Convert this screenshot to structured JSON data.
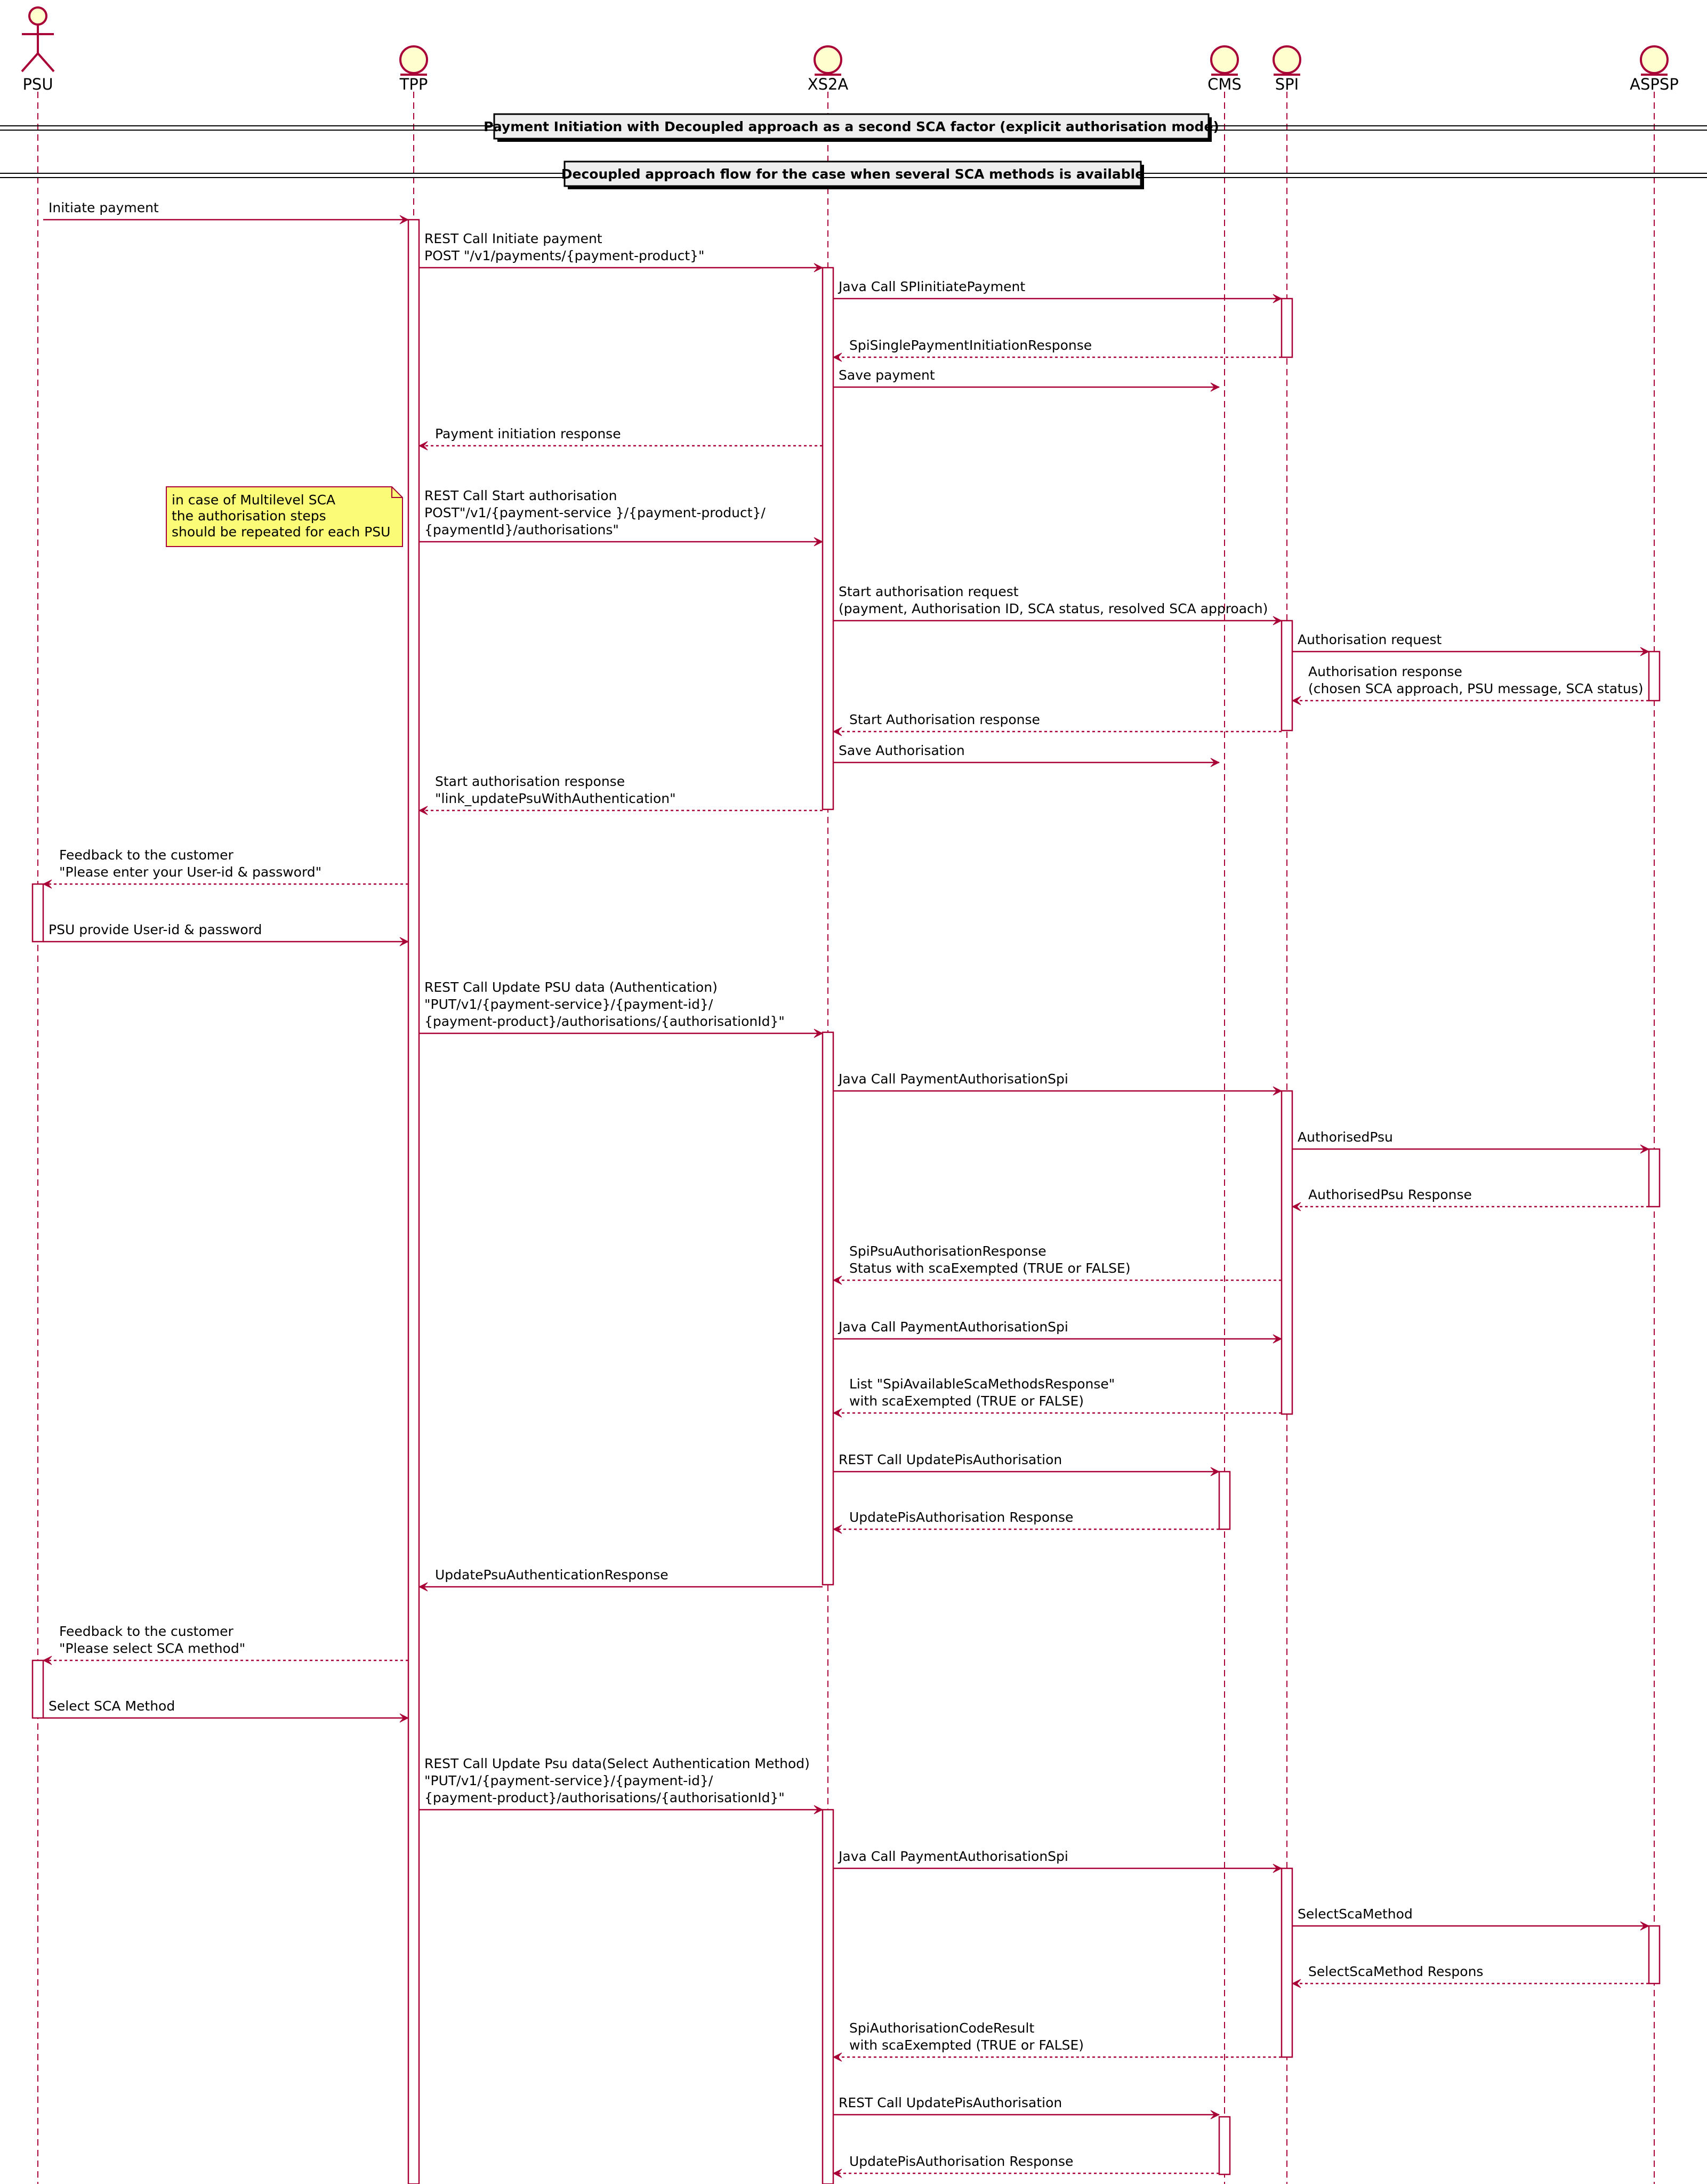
{
  "colors": {
    "line": "#A80036",
    "participant_fill": "#FEFECE",
    "note_fill": "#FBFB77",
    "note_border": "#A80036",
    "activation_fill": "#FFFFFF",
    "divider_box_fill": "#EEEEEE"
  },
  "participants": [
    {
      "id": "psu",
      "label": "PSU",
      "kind": "actor"
    },
    {
      "id": "tpp",
      "label": "TPP",
      "kind": "entity"
    },
    {
      "id": "xs2a",
      "label": "XS2A",
      "kind": "entity"
    },
    {
      "id": "cms",
      "label": "CMS",
      "kind": "entity"
    },
    {
      "id": "spi",
      "label": "SPI",
      "kind": "entity"
    },
    {
      "id": "aspsp",
      "label": "ASPSP",
      "kind": "entity"
    }
  ],
  "dividers": [
    {
      "label": "Payment Initiation with Decoupled approach as a second SCA factor (explicit authorisation mode)"
    },
    {
      "label": "Decoupled approach flow for the case when several SCA methods is available"
    }
  ],
  "note": {
    "lines": [
      "in case of Multilevel SCA",
      "the authorisation steps",
      "should be repeated for each PSU"
    ]
  },
  "messages": [
    {
      "from": "psu",
      "to": "tpp",
      "kind": "call",
      "lines": [
        "Initiate payment"
      ]
    },
    {
      "from": "tpp",
      "to": "xs2a",
      "kind": "call",
      "lines": [
        "REST Call Initiate payment",
        "POST \"/v1/payments/{payment-product}\""
      ]
    },
    {
      "from": "xs2a",
      "to": "spi",
      "kind": "call",
      "lines": [
        "Java Call SPIinitiatePayment"
      ]
    },
    {
      "from": "spi",
      "to": "xs2a",
      "kind": "return",
      "lines": [
        "SpiSinglePaymentInitiationResponse"
      ]
    },
    {
      "from": "xs2a",
      "to": "cms",
      "kind": "call",
      "lines": [
        "Save payment"
      ]
    },
    {
      "from": "xs2a",
      "to": "tpp",
      "kind": "return",
      "lines": [
        "Payment initiation response"
      ]
    },
    {
      "from": "tpp",
      "to": "xs2a",
      "kind": "call",
      "lines": [
        "REST Call Start authorisation",
        "POST\"/v1/{payment-service }/{payment-product}/",
        "{paymentId}/authorisations\""
      ]
    },
    {
      "from": "xs2a",
      "to": "spi",
      "kind": "call",
      "lines": [
        "Start authorisation request",
        "(payment, Authorisation ID, SCA status, resolved SCA approach)"
      ]
    },
    {
      "from": "spi",
      "to": "aspsp",
      "kind": "call",
      "lines": [
        "Authorisation request"
      ]
    },
    {
      "from": "aspsp",
      "to": "spi",
      "kind": "return",
      "lines": [
        "Authorisation response",
        "(chosen SCA approach, PSU message, SCA status)"
      ]
    },
    {
      "from": "spi",
      "to": "xs2a",
      "kind": "return",
      "lines": [
        "Start Authorisation response"
      ]
    },
    {
      "from": "xs2a",
      "to": "cms",
      "kind": "call",
      "lines": [
        "Save Authorisation"
      ]
    },
    {
      "from": "xs2a",
      "to": "tpp",
      "kind": "return",
      "lines": [
        "Start authorisation response",
        "\"link_updatePsuWithAuthentication\""
      ]
    },
    {
      "from": "tpp",
      "to": "psu",
      "kind": "return",
      "lines": [
        "Feedback to the customer",
        "\"Please enter your User-id & password\""
      ]
    },
    {
      "from": "psu",
      "to": "tpp",
      "kind": "call",
      "lines": [
        "PSU provide User-id & password"
      ]
    },
    {
      "from": "tpp",
      "to": "xs2a",
      "kind": "call",
      "lines": [
        "REST Call Update PSU data (Authentication)",
        "\"PUT/v1/{payment-service}/{payment-id}/",
        "{payment-product}/authorisations/{authorisationId}\""
      ]
    },
    {
      "from": "xs2a",
      "to": "spi",
      "kind": "call",
      "lines": [
        "Java Call PaymentAuthorisationSpi"
      ]
    },
    {
      "from": "spi",
      "to": "aspsp",
      "kind": "call",
      "lines": [
        "AuthorisedPsu"
      ]
    },
    {
      "from": "aspsp",
      "to": "spi",
      "kind": "return",
      "lines": [
        "AuthorisedPsu Response"
      ]
    },
    {
      "from": "spi",
      "to": "xs2a",
      "kind": "return",
      "lines": [
        "SpiPsuAuthorisationResponse",
        "Status with scaExempted (TRUE or FALSE)"
      ]
    },
    {
      "from": "xs2a",
      "to": "spi",
      "kind": "call",
      "lines": [
        "Java Call PaymentAuthorisationSpi"
      ]
    },
    {
      "from": "spi",
      "to": "xs2a",
      "kind": "return",
      "lines": [
        "List \"SpiAvailableScaMethodsResponse\"",
        "with scaExempted (TRUE or FALSE)"
      ]
    },
    {
      "from": "xs2a",
      "to": "cms",
      "kind": "call",
      "lines": [
        "REST Call UpdatePisAuthorisation"
      ]
    },
    {
      "from": "cms",
      "to": "xs2a",
      "kind": "return",
      "lines": [
        "UpdatePisAuthorisation Response"
      ]
    },
    {
      "from": "xs2a",
      "to": "tpp",
      "kind": "call",
      "lines": [
        "UpdatePsuAuthenticationResponse"
      ]
    },
    {
      "from": "tpp",
      "to": "psu",
      "kind": "return",
      "lines": [
        "Feedback to the customer",
        "\"Please select SCA method\""
      ]
    },
    {
      "from": "psu",
      "to": "tpp",
      "kind": "call",
      "lines": [
        "Select SCA Method"
      ]
    },
    {
      "from": "tpp",
      "to": "xs2a",
      "kind": "call",
      "lines": [
        "REST Call Update Psu data(Select Authentication Method)",
        "\"PUT/v1/{payment-service}/{payment-id}/",
        "{payment-product}/authorisations/{authorisationId}\""
      ]
    },
    {
      "from": "xs2a",
      "to": "spi",
      "kind": "call",
      "lines": [
        "Java Call PaymentAuthorisationSpi"
      ]
    },
    {
      "from": "spi",
      "to": "aspsp",
      "kind": "call",
      "lines": [
        "SelectScaMethod"
      ]
    },
    {
      "from": "aspsp",
      "to": "spi",
      "kind": "return",
      "lines": [
        "SelectScaMethod Respons"
      ]
    },
    {
      "from": "spi",
      "to": "xs2a",
      "kind": "return",
      "lines": [
        "SpiAuthorisationCodeResult",
        "with scaExempted (TRUE or FALSE)"
      ]
    },
    {
      "from": "xs2a",
      "to": "cms",
      "kind": "call",
      "lines": [
        "REST Call UpdatePisAuthorisation"
      ]
    },
    {
      "from": "cms",
      "to": "xs2a",
      "kind": "return",
      "lines": [
        "UpdatePisAuthorisation Response"
      ]
    }
  ]
}
